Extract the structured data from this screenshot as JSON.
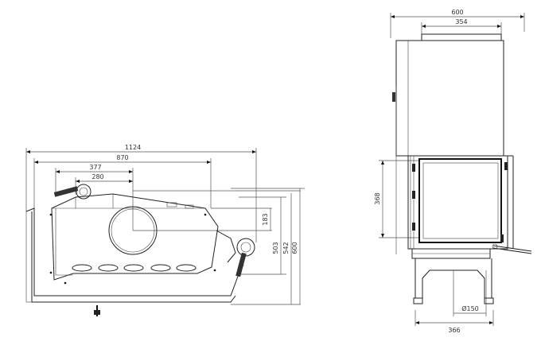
{
  "drawing": {
    "top_view": {
      "dimensions": {
        "overall_width": "1124",
        "glass_width": "870",
        "offset_a": "377",
        "offset_b": "280",
        "depth_a": "183",
        "depth_b": "503",
        "depth_c": "542",
        "depth_d": "600"
      }
    },
    "side_view": {
      "dimensions": {
        "overall_width": "600",
        "top_width": "354",
        "door_height": "368",
        "flue_diameter": "Ø150",
        "base_width": "366"
      }
    }
  }
}
